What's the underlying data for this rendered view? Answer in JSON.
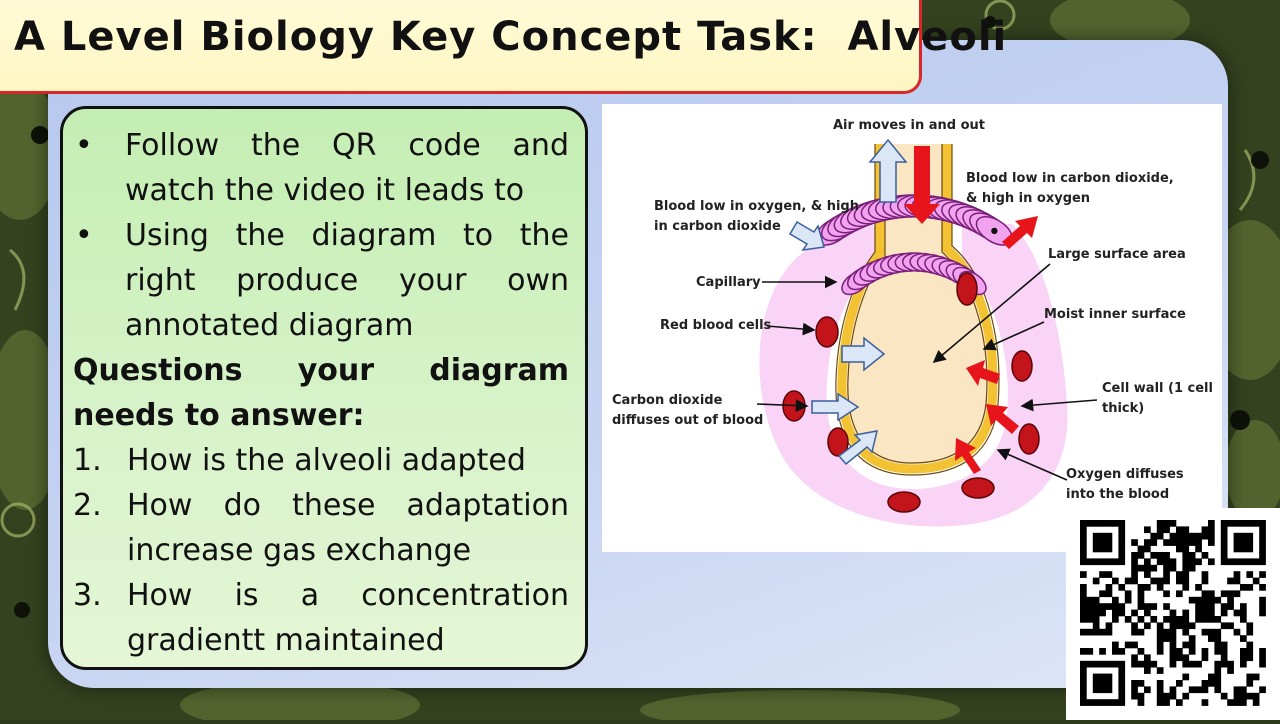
{
  "title": "A Level Biology Key Concept Task:  Alveoli",
  "instructions": [
    {
      "marker": "•",
      "text": "Follow the QR code and watch the video it leads to"
    },
    {
      "marker": "•",
      "text": "Using the diagram to the right produce your own annotated diagram"
    }
  ],
  "questions_heading": "Questions your diagram needs to answer:",
  "questions": [
    {
      "number": "1.",
      "text": "How is the alveoli adapted"
    },
    {
      "number": "2.",
      "text": "How do these adaptation increase gas exchange"
    },
    {
      "number": "3.",
      "text": "How is a concentration gradientt maintained"
    }
  ],
  "diagram": {
    "labels": {
      "air": "Air moves in and out",
      "blood_low_oxygen_1": "Blood low in oxygen, & high",
      "blood_low_oxygen_2": "in carbon dioxide",
      "blood_low_co2_1": "Blood low in carbon dioxide,",
      "blood_low_co2_2": "& high in oxygen",
      "capillary": "Capillary",
      "red_blood_cells": "Red blood cells",
      "large_surface": "Large surface area",
      "moist_surface": "Moist inner surface",
      "co2_diffuses_1": "Carbon dioxide",
      "co2_diffuses_2": "diffuses out of blood",
      "cell_wall_1": "Cell wall (1 cell",
      "cell_wall_2": "thick)",
      "oxygen_diffuses_1": "Oxygen diffuses",
      "oxygen_diffuses_2": "into the blood"
    },
    "colors": {
      "capillary_cell": "#f2a3f0",
      "capillary_outline": "#7a1f7a",
      "red_blood_cell": "#c4141b",
      "alveolus_wall": "#f2c232",
      "air_space": "#fbe6c4",
      "oxygen_arrow": "#e8141b",
      "co2_arrow": "#dbe7f6"
    }
  },
  "qr_code": {
    "icon": "qr-code"
  }
}
